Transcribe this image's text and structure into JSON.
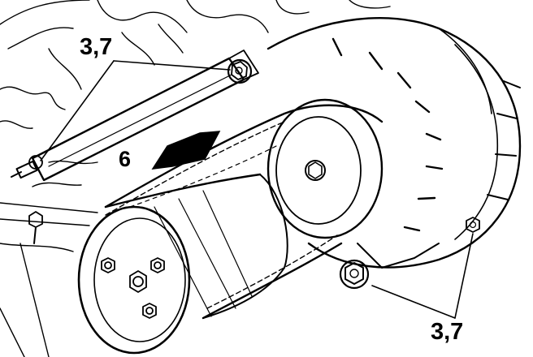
{
  "labels": {
    "bolt_callout_top": "3,7",
    "arrow_callout": "6",
    "bolt_callout_bottom": "3,7"
  },
  "colors": {
    "ink": "#000000",
    "paper": "#ffffff"
  }
}
